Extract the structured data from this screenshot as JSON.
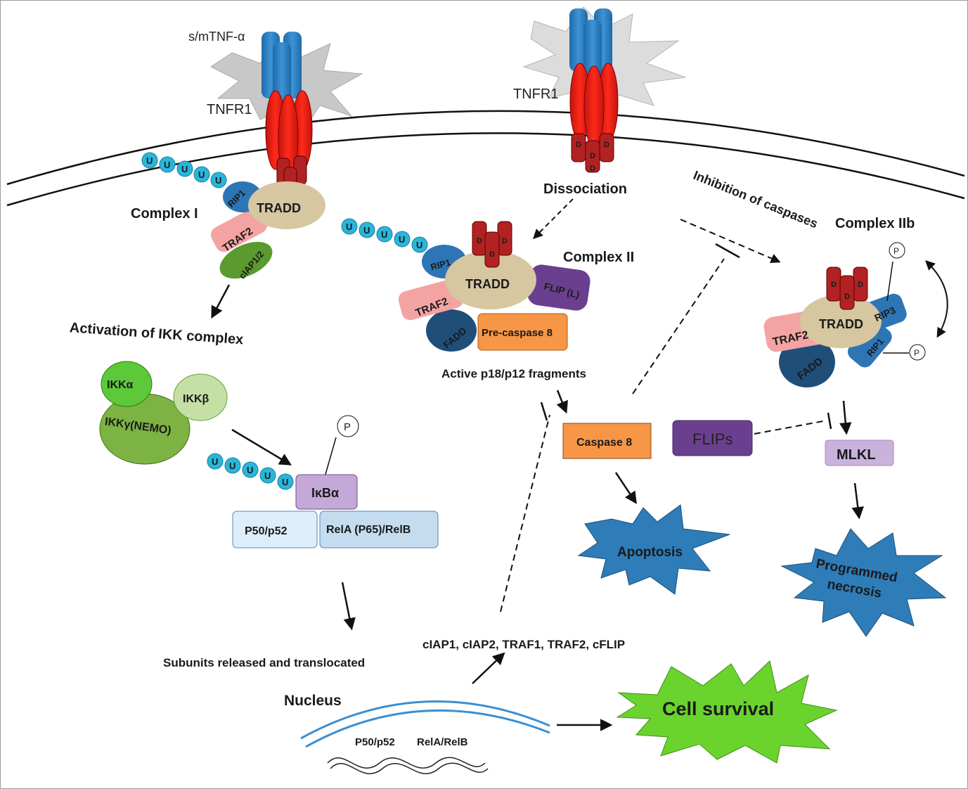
{
  "ligand": {
    "label": "s/mTNF-α"
  },
  "receptor1": {
    "label": "TNFR1"
  },
  "receptor2": {
    "label": "TNFR1"
  },
  "death_domain": {
    "letter": "D"
  },
  "ub": {
    "letter": "U"
  },
  "phospho": {
    "letter": "P"
  },
  "complex1": {
    "title": "Complex I",
    "tradd": "TRADD",
    "rip1": "RIP1",
    "traf2": "TRAF2",
    "ciap": "cIAP1/2"
  },
  "ikk": {
    "activation": "Activation of IKK complex",
    "alpha": "IKKα",
    "beta": "IKKβ",
    "gamma": "IKKγ(NEMO)"
  },
  "nfkb": {
    "ikba": "IκBα",
    "p50": "P50/p52",
    "rela": "RelA (P65)/RelB",
    "released": "Subunits released and translocated"
  },
  "dissociation": "Dissociation",
  "complex2": {
    "title": "Complex II",
    "tradd": "TRADD",
    "rip1": "RIP1",
    "traf2": "TRAF2",
    "flip": "FLIP (L)",
    "fadd": "FADD",
    "precasp": "Pre-caspase 8",
    "fragments": "Active p18/p12 fragments"
  },
  "inhibition": "Inhibition of caspases",
  "complex2b": {
    "title": "Complex IIb",
    "tradd": "TRADD",
    "traf2": "TRAF2",
    "fadd": "FADD",
    "rip3": "RIP3",
    "rip1": "RIP1"
  },
  "caspase8": "Caspase 8",
  "flips": "FLIPs",
  "mlkl": "MLKL",
  "apoptosis": "Apoptosis",
  "necrosis": {
    "line1": "Programmed",
    "line2": "necrosis"
  },
  "genes": "cIAP1, cIAP2, TRAF1, TRAF2, cFLIP",
  "nucleus": {
    "label": "Nucleus",
    "p50": "P50/p52",
    "rela": "RelA/RelB"
  },
  "survival": "Cell survival",
  "colors": {
    "ligand": "#2f7fc1",
    "receptor": "#e31a1c",
    "dd": "#b22222",
    "tradd": "#d6c7a1",
    "rip": "#2e75b6",
    "traf2": "#f4a3a3",
    "ciap": "#5a9a2e",
    "fadd": "#1f4e79",
    "flip": "#6b3f8f",
    "caspase": "#f79646",
    "ubiquitin": "#2bb5d9",
    "ikba": "#c3a8d8",
    "nfkb": "#c5dbef",
    "apoptosis": "#2e7cb8",
    "survival": "#6ad32e",
    "mlkl": "#c9b3dc",
    "nucleus": "#3b8fd1"
  }
}
